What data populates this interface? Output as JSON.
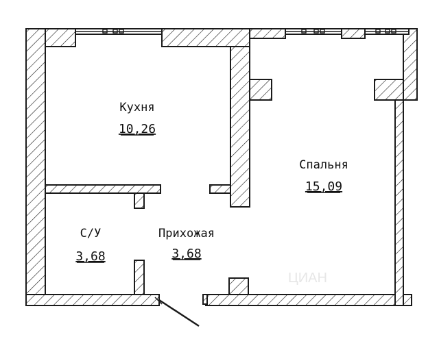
{
  "rooms": {
    "kitchen": {
      "name": "Кухня",
      "area": "10,26"
    },
    "bedroom": {
      "name": "Спальня",
      "area": "15,09"
    },
    "bathroom": {
      "name": "С/У",
      "area": "3,68"
    },
    "hallway": {
      "name": "Прихожая",
      "area": "3,68"
    }
  },
  "watermark": "ЦИАН"
}
